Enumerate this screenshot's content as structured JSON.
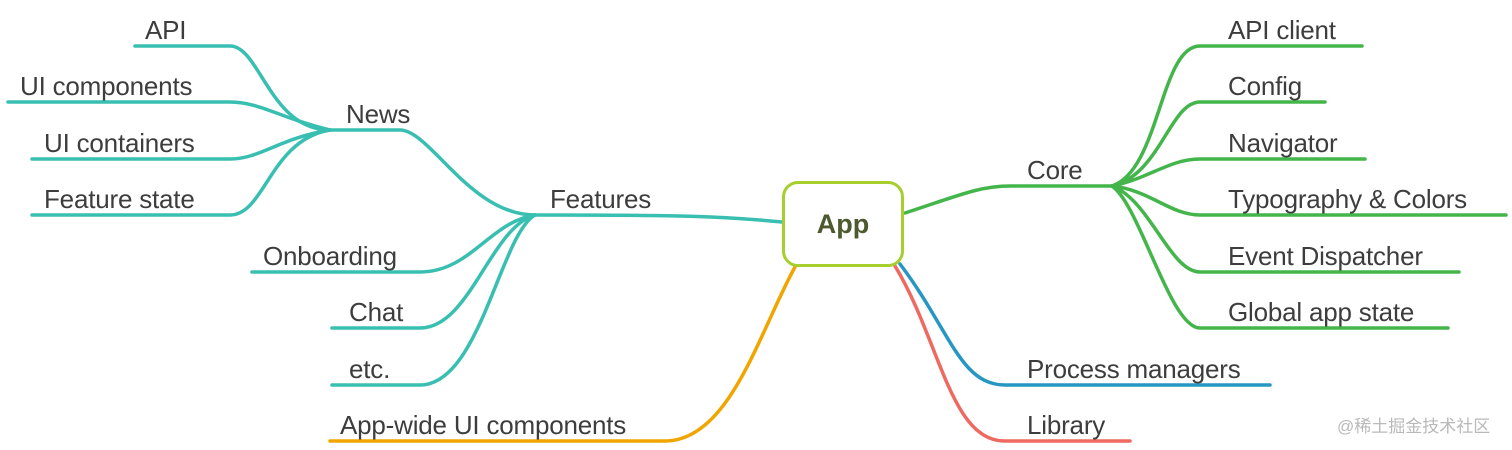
{
  "colors": {
    "teal": "#38bfb1",
    "green": "#44b54a",
    "orange": "#f0a500",
    "blue": "#2697c3",
    "red": "#ee6a61",
    "root_border": "#a6cf2e",
    "root_text": "#4d5a2f",
    "text": "#3d3d3d"
  },
  "root": {
    "label": "App"
  },
  "left": {
    "features": {
      "label": "Features",
      "news": {
        "label": "News",
        "children": [
          "API",
          "UI components",
          "UI containers",
          "Feature state"
        ]
      },
      "children": [
        "Onboarding",
        "Chat",
        "etc."
      ]
    },
    "app_wide": {
      "label": "App-wide UI components"
    }
  },
  "right": {
    "core": {
      "label": "Core",
      "children": [
        "API client",
        "Config",
        "Navigator",
        "Typography & Colors",
        "Event Dispatcher",
        "Global app state"
      ]
    },
    "process_managers": {
      "label": "Process managers"
    },
    "library": {
      "label": "Library"
    }
  },
  "watermark": "@稀土掘金技术社区"
}
